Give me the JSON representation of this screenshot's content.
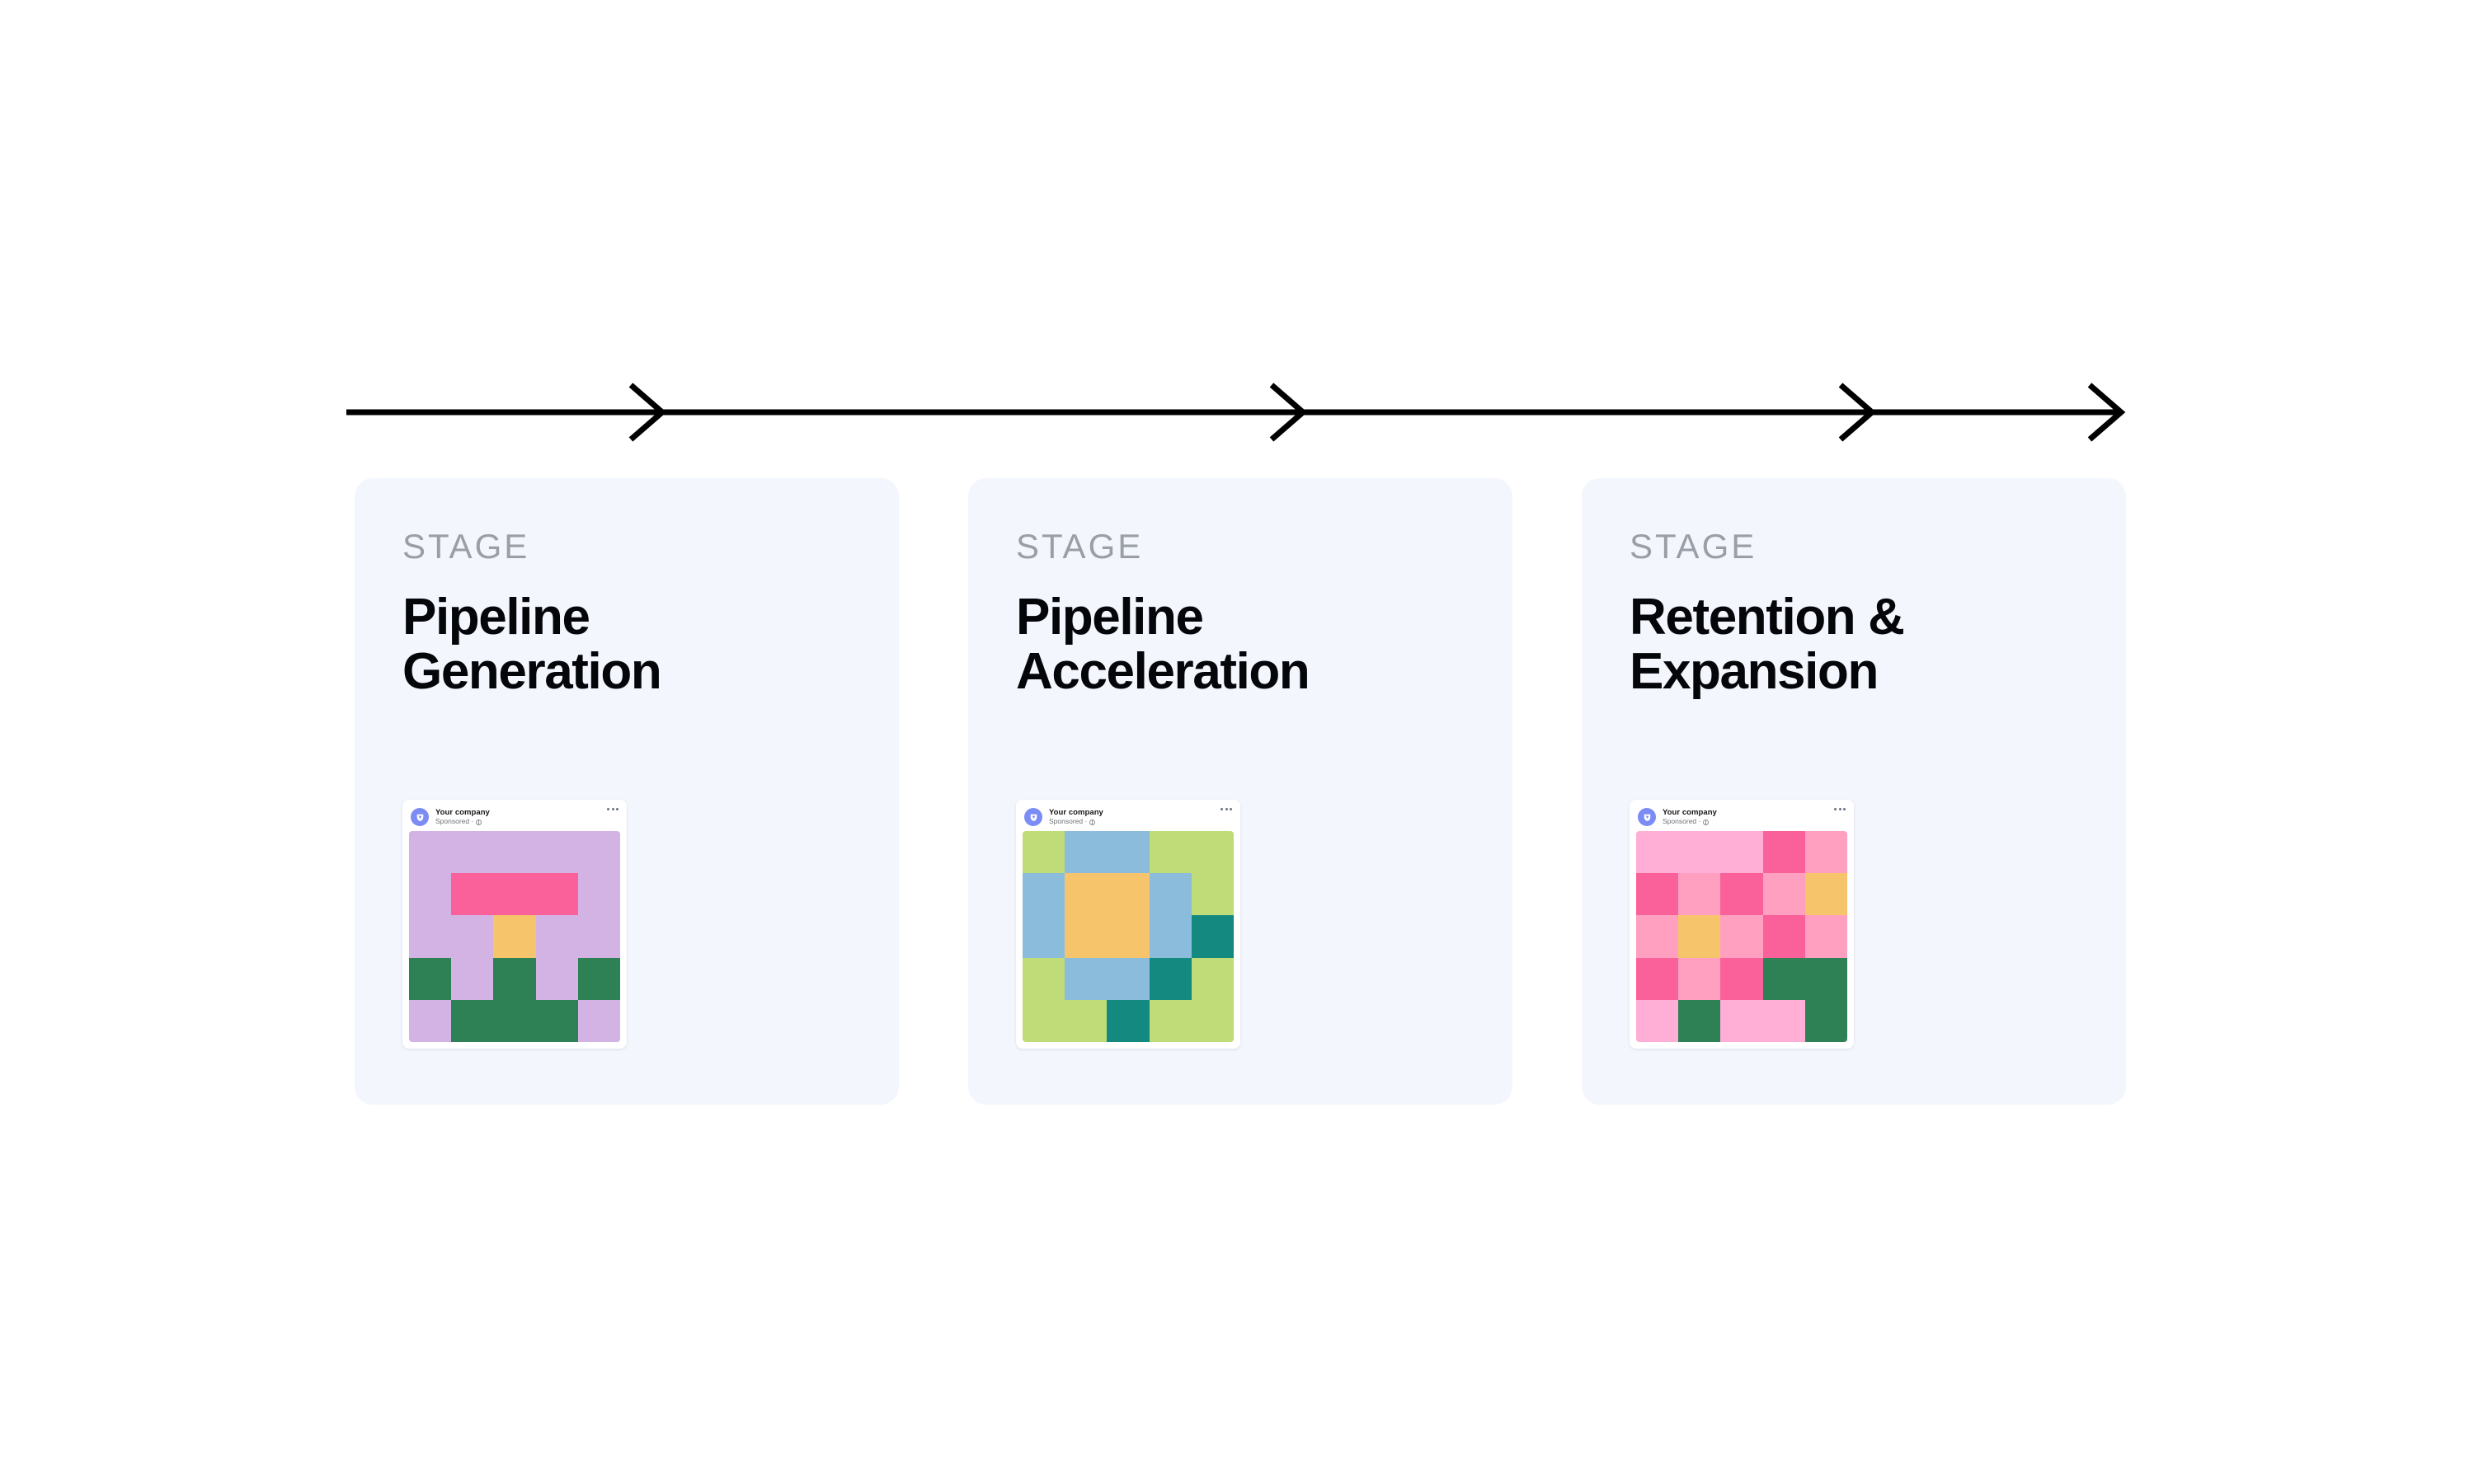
{
  "palette": {
    "page_bg": "#ffffff",
    "card_bg": "#f3f6fd",
    "kicker_color": "#9a9ea6",
    "title_color": "#05060a",
    "arrow_color": "#000000",
    "avatar_bg": "#7b8cf5",
    "purple": "#d3b3e3",
    "pink": "#fa619a",
    "pink_light": "#ffa0c0",
    "pink_pale": "#ffaed6",
    "orange": "#f6c46a",
    "green": "#2e8055",
    "green_light": "#bfdc79",
    "blue": "#8bbcdc",
    "teal": "#13897f"
  },
  "timeline": {
    "name": "stage-progress-arrow",
    "arrowhead_count": 3,
    "direction": "right"
  },
  "ad_preview": {
    "company": "Your company",
    "sponsored": "Sponsored ·",
    "avatar_letter": "V",
    "menu_icon": "ellipsis-icon",
    "globe_icon": "globe-icon"
  },
  "stages": [
    {
      "kicker": "STAGE",
      "title": "Pipeline Generation",
      "grid": [
        "purple",
        "purple",
        "purple",
        "purple",
        "purple",
        "purple",
        "pink",
        "pink",
        "pink",
        "purple",
        "purple",
        "purple",
        "orange",
        "purple",
        "purple",
        "green",
        "purple",
        "green",
        "purple",
        "green",
        "purple",
        "green",
        "green",
        "green",
        "purple"
      ]
    },
    {
      "kicker": "STAGE",
      "title": "Pipeline Acceleration",
      "grid": [
        "green_light",
        "blue",
        "blue",
        "green_light",
        "green_light",
        "blue",
        "orange",
        "orange",
        "blue",
        "green_light",
        "blue",
        "orange",
        "orange",
        "blue",
        "teal",
        "green_light",
        "blue",
        "blue",
        "teal",
        "green_light",
        "green_light",
        "green_light",
        "teal",
        "green_light",
        "green_light"
      ]
    },
    {
      "kicker": "STAGE",
      "title": "Retention & Expansion",
      "grid": [
        "pink_pale",
        "pink_pale",
        "pink_pale",
        "pink",
        "pink_light",
        "pink",
        "pink_light",
        "pink",
        "pink_light",
        "orange",
        "pink_light",
        "orange",
        "pink_light",
        "pink",
        "pink_light",
        "pink",
        "pink_light",
        "pink",
        "green",
        "green",
        "pink_pale",
        "green",
        "pink_pale",
        "pink_pale",
        "green"
      ]
    }
  ]
}
